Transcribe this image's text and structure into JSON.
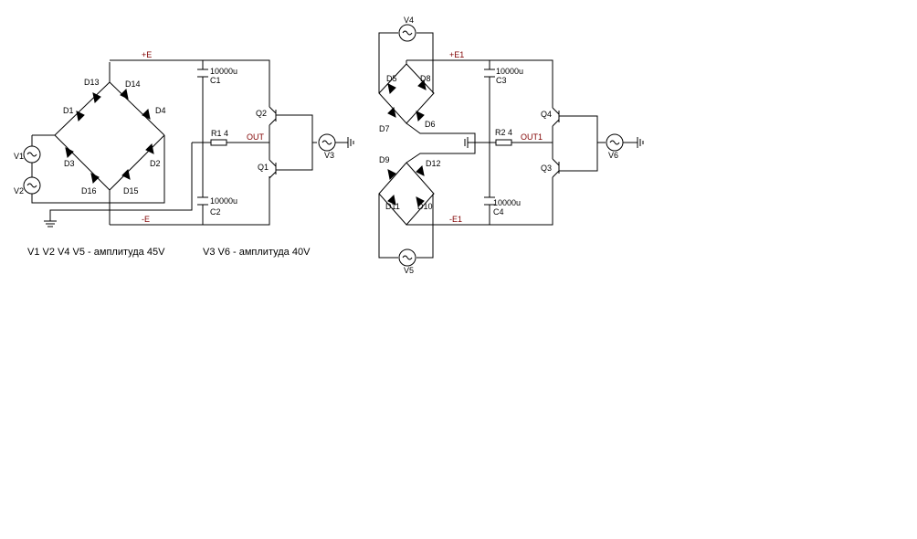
{
  "notes": {
    "left": "V1 V2 V4 V5 - амплитуда 45V",
    "right": "V3 V6 - амплитуда 40V"
  },
  "left_circuit": {
    "supply_pos": "+E",
    "supply_neg": "-E",
    "out": "OUT",
    "diodes": [
      "D13",
      "D14",
      "D1",
      "D4",
      "D3",
      "D2",
      "D16",
      "D15"
    ],
    "caps": [
      {
        "name": "C1",
        "value": "10000u"
      },
      {
        "name": "C2",
        "value": "10000u"
      }
    ],
    "resistor": "R1 4",
    "transistors": [
      "Q2",
      "Q1"
    ],
    "sources": [
      "V1",
      "V2",
      "V3"
    ]
  },
  "right_circuit": {
    "supply_pos": "+E1",
    "supply_neg": "-E1",
    "out": "OUT1",
    "diodes": [
      "D5",
      "D8",
      "D7",
      "D6",
      "D9",
      "D12",
      "D11",
      "D10"
    ],
    "caps": [
      {
        "name": "C3",
        "value": "10000u"
      },
      {
        "name": "C4",
        "value": "10000u"
      }
    ],
    "resistor": "R2 4",
    "transistors": [
      "Q4",
      "Q3"
    ],
    "sources": [
      "V4",
      "V5",
      "V6"
    ]
  }
}
